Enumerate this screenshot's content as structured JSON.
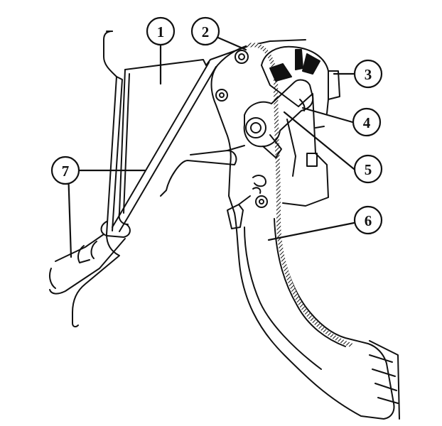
{
  "diagram": {
    "colors": {
      "ink": "#111111",
      "paper": "#ffffff",
      "shade": "#1a1a1a"
    },
    "callouts": [
      {
        "id": "c1",
        "label": "1"
      },
      {
        "id": "c2",
        "label": "2"
      },
      {
        "id": "c3",
        "label": "3"
      },
      {
        "id": "c4",
        "label": "4"
      },
      {
        "id": "c5",
        "label": "5"
      },
      {
        "id": "c6",
        "label": "6"
      },
      {
        "id": "c7",
        "label": "7"
      }
    ]
  }
}
